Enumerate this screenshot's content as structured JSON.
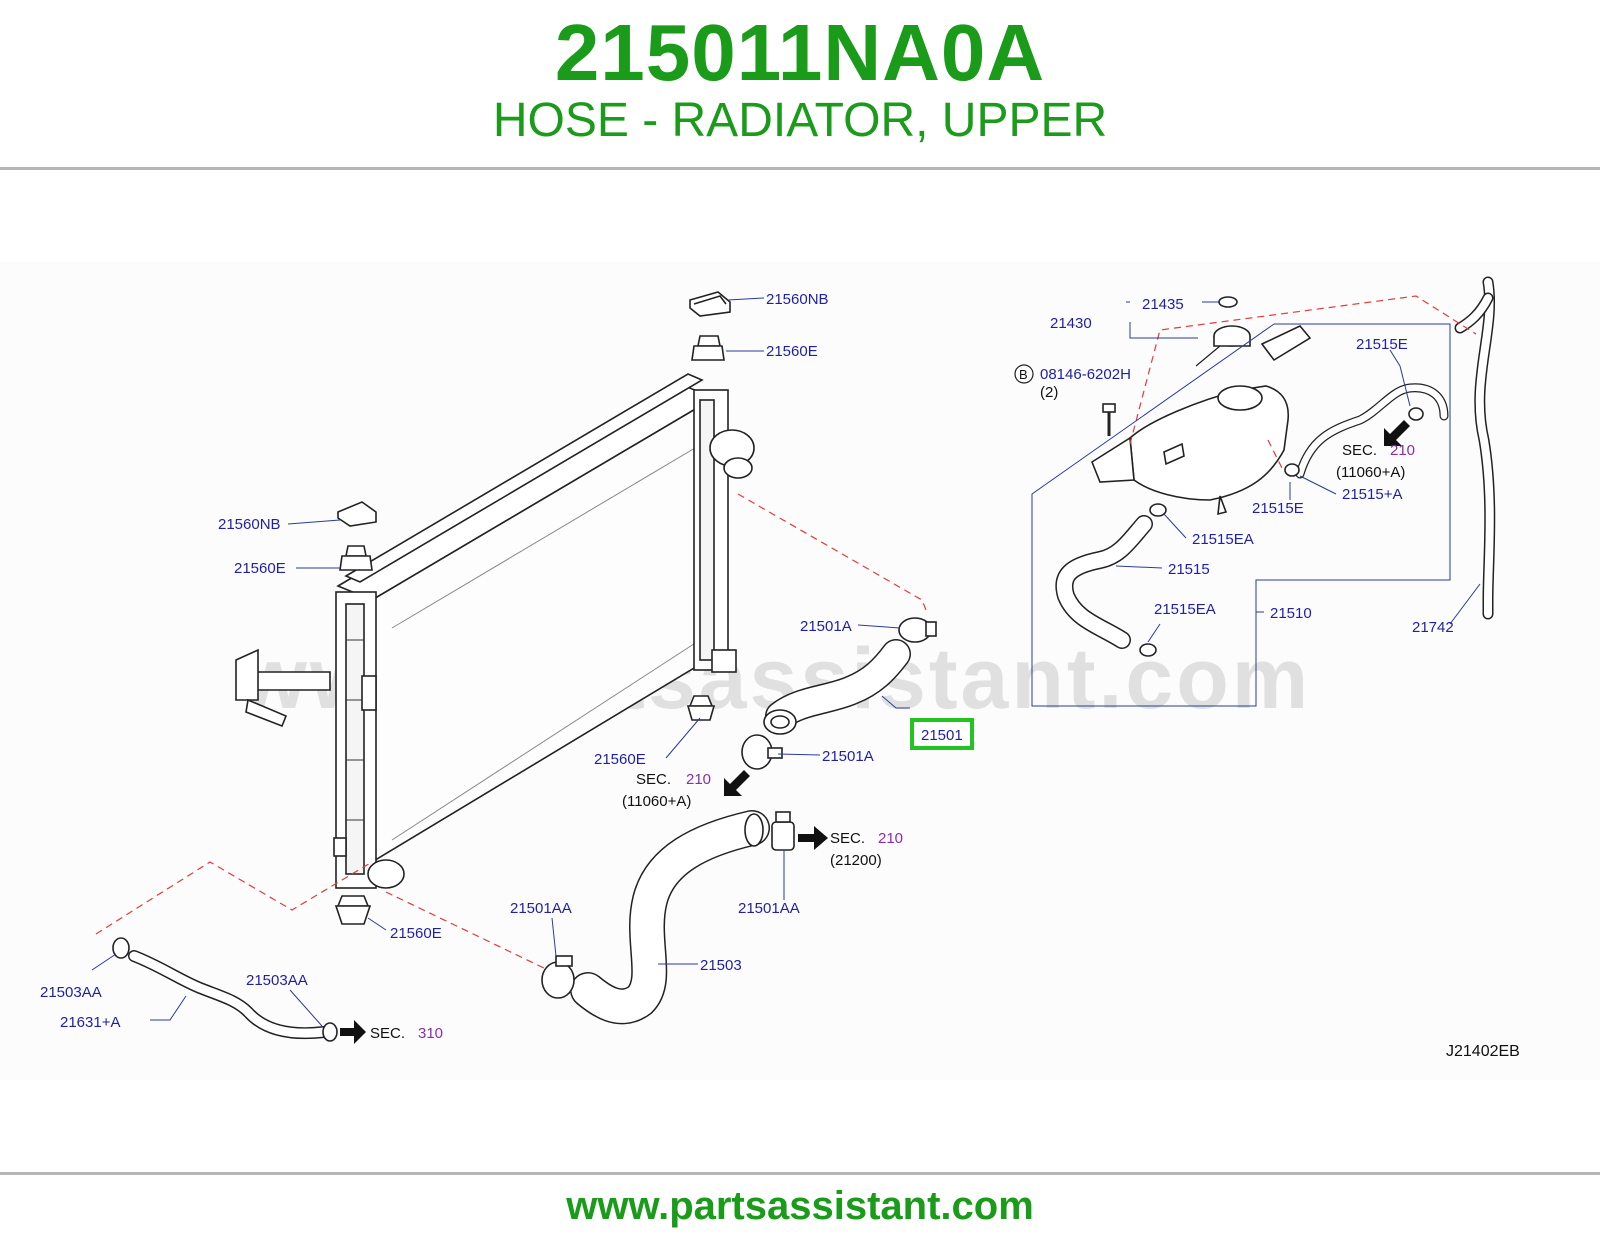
{
  "header": {
    "part_number": "215011NA0A",
    "part_name": "HOSE - RADIATOR, UPPER"
  },
  "diagram": {
    "watermark": "www.partsassistant.com",
    "diagram_code": "J21402EB",
    "highlighted_part": "21501",
    "bolt_marker": "B",
    "labels": {
      "l_21560NB_top": "21560NB",
      "l_21560E_top": "21560E",
      "l_21560NB_left": "21560NB",
      "l_21560E_left": "21560E",
      "l_21501A_top": "21501A",
      "l_21501": "21501",
      "l_21560E_mid": "21560E",
      "l_21501A_mid": "21501A",
      "l_21501AA_right": "21501AA",
      "l_21501AA_left": "21501AA",
      "l_21560E_bottom": "21560E",
      "l_21503": "21503",
      "l_21503AA_left": "21503AA",
      "l_21503AA_mid": "21503AA",
      "l_21631A": "21631+A",
      "l_21430": "21430",
      "l_21435": "21435",
      "l_08146": "08146-6202H",
      "l_qty2": "(2)",
      "l_21515E_top": "21515E",
      "l_21515E_bottom": "21515E",
      "l_21515A": "21515+A",
      "l_21515EA_top": "21515EA",
      "l_21515": "21515",
      "l_21515EA_bottom": "21515EA",
      "l_21510": "21510",
      "l_21742": "21742"
    },
    "section_refs": [
      {
        "sec": "SEC.",
        "num": "210",
        "sub": "(11060+A)"
      },
      {
        "sec": "SEC.",
        "num": "210",
        "sub": "(21200)"
      },
      {
        "sec": "SEC.",
        "num": "310"
      },
      {
        "sec": "SEC.",
        "num": "210",
        "sub": "(11060+A)"
      }
    ]
  },
  "footer": {
    "url": "www.partsassistant.com"
  },
  "colors": {
    "brand_green": "#1a9b1a",
    "label_blue": "#1f1fa8",
    "section_purple": "#8a2cb0",
    "dashed_red": "#e33a3a",
    "highlight_green": "#22c322"
  }
}
